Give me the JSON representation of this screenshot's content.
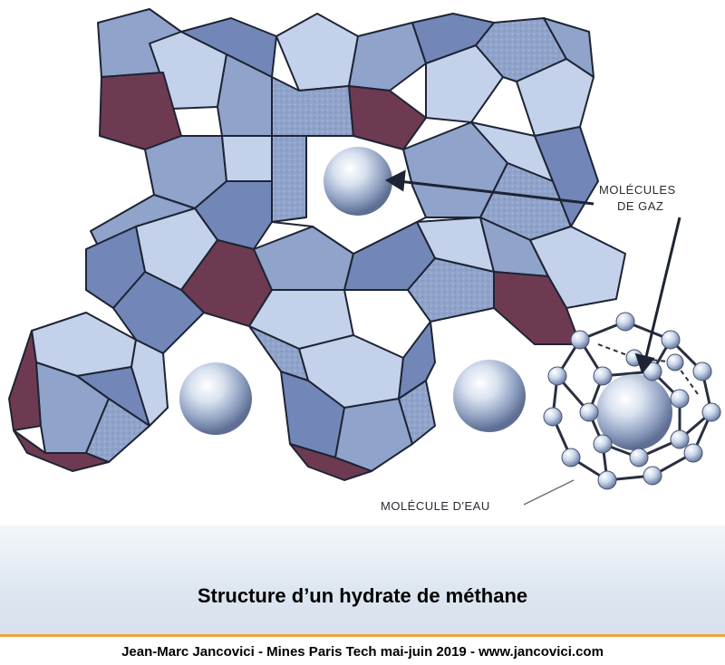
{
  "figure": {
    "labels": {
      "gas_molecules_line1": "MOLÉCULES",
      "gas_molecules_line2": "DE GAZ",
      "water_molecule": "MOLÉCULE D'EAU"
    }
  },
  "slide": {
    "title": "Structure d’un hydrate de méthane",
    "footer": "Jean-Marc Jancovici - Mines Paris Tech mai-juin 2019 - www.jancovici.com"
  },
  "colors": {
    "light_face": "#c3d2ea",
    "mid_face": "#8fa3cb",
    "dark_face": "#7287b8",
    "maroon_face": "#6e3a52",
    "edge": "#1e2435",
    "accent_rule": "#f2a33a"
  }
}
